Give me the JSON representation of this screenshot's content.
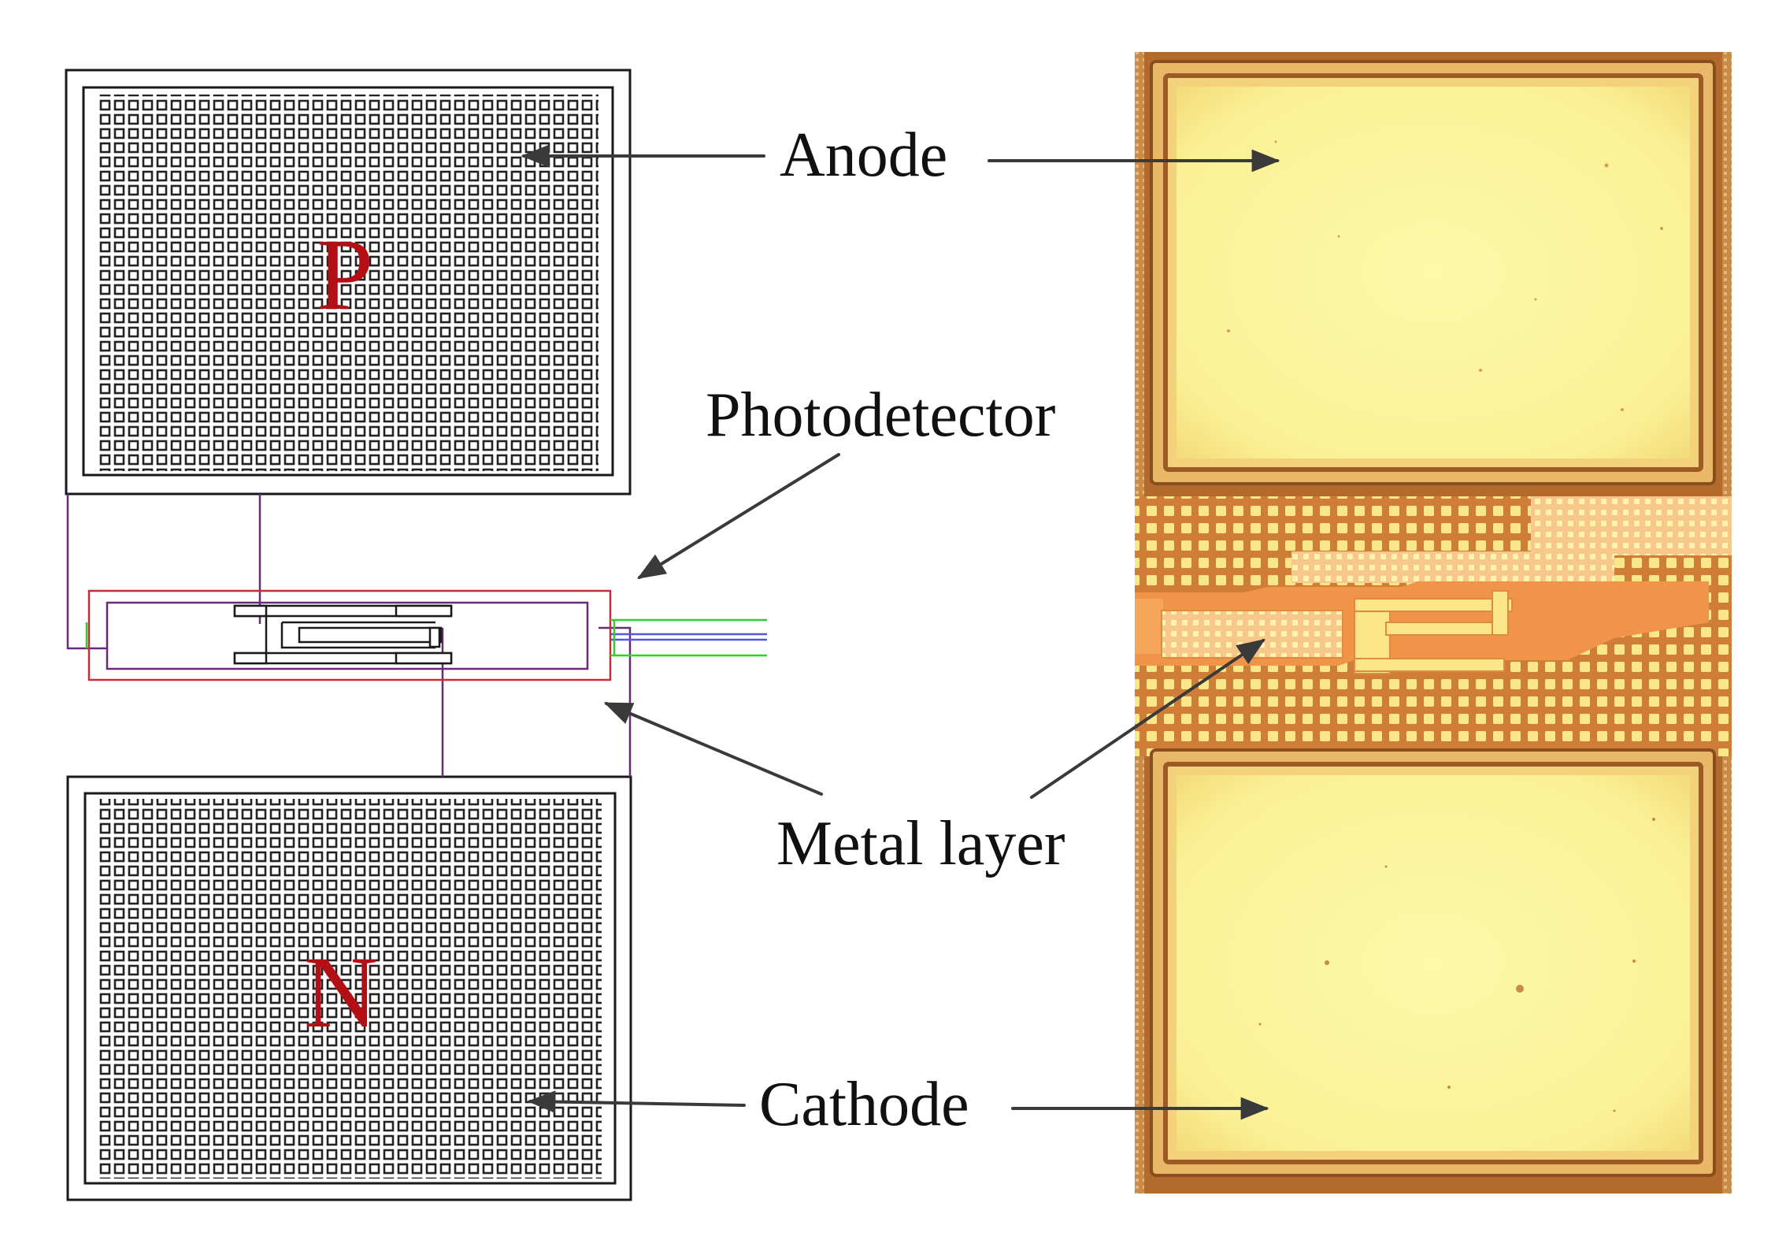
{
  "labels": {
    "anode": "Anode",
    "photodetector": "Photodetector",
    "metal_layer": "Metal layer",
    "cathode": "Cathode"
  },
  "layout_pads": {
    "p_letter": "P",
    "n_letter": "N"
  },
  "colors": {
    "outline": "#1a1a1a",
    "via_pattern": "#222222",
    "pad_letter": "#b40f14",
    "device_outline": "#c0303a",
    "metal_route": "#6a2a7a",
    "waveguide_green": "#33cc33",
    "waveguide_blue": "#5555dd",
    "arrow": "#3a3a3a",
    "photo_frame": "#b46a2a",
    "photo_pad": "#fbf39a",
    "photo_orange": "#ef9448"
  }
}
